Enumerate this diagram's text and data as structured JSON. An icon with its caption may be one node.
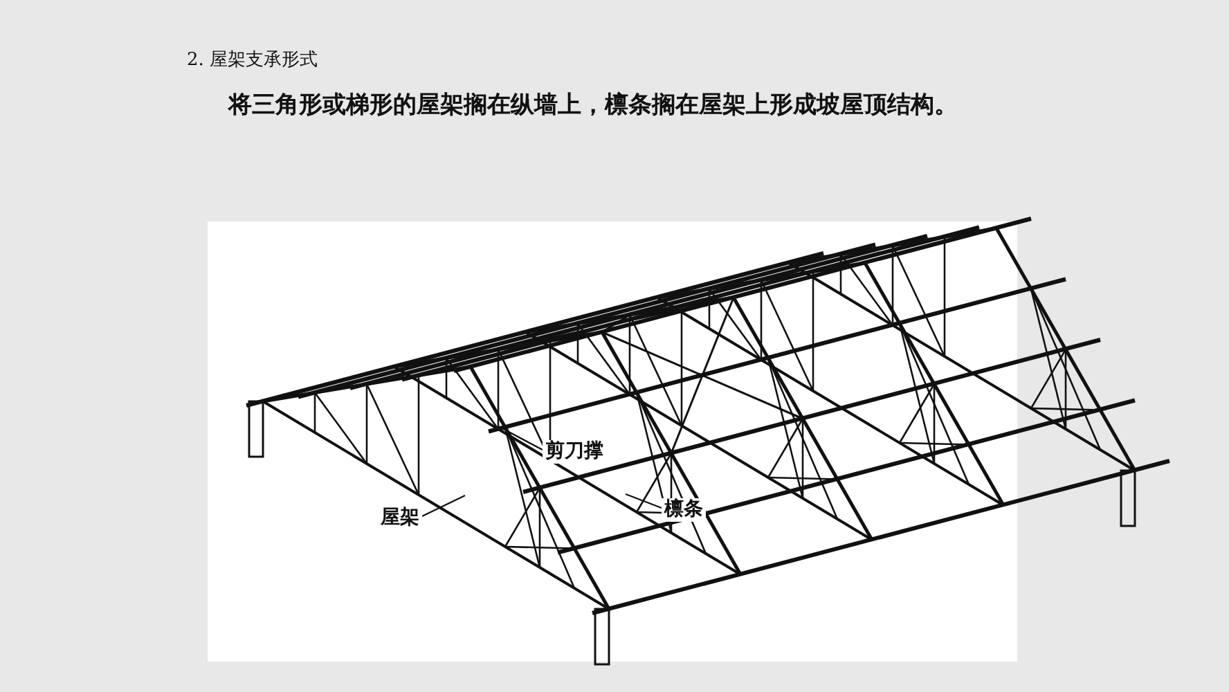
{
  "diagram": {
    "title": "2. 屋架支承形式",
    "nodes": [
      {
        "text": [
          "剪刀撑"
        ]
      },
      {
        "text": [
          "檩条"
        ]
      },
      {
        "text": [
          "屋架"
        ]
      }
    ],
    "edges": [
      {
        "from": 0,
        "to": null,
        "arrow": "none"
      },
      {
        "from": 1,
        "to": null,
        "arrow": "none"
      },
      {
        "from": 2,
        "to": null,
        "arrow": "none"
      }
    ],
    "labels": [
      "将三角形或梯形的屋架搁在纵墙上，檩条搁在屋架上形成坡屋顶结构。"
    ]
  }
}
